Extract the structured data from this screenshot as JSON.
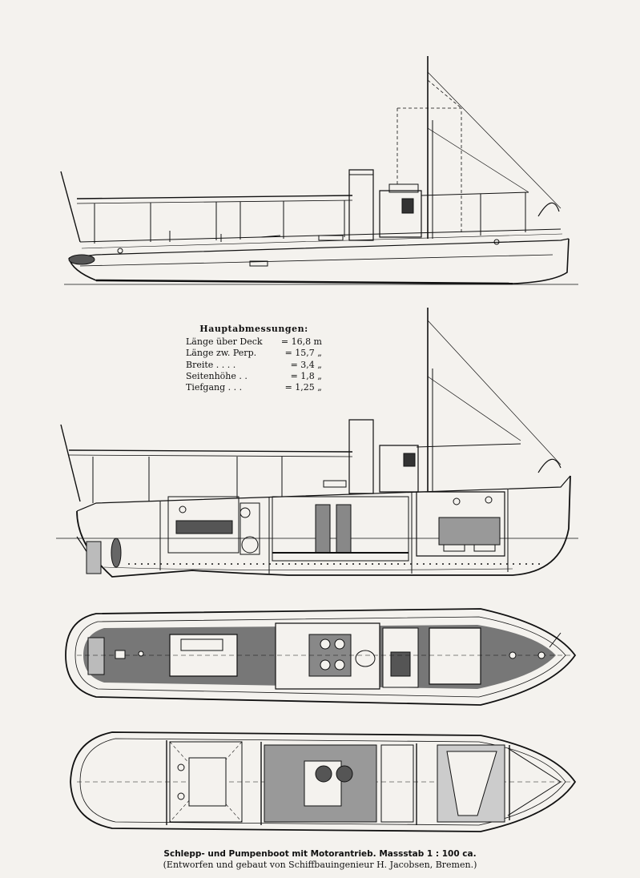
{
  "dimensions": {
    "title": "Hauptabmessungen:",
    "rows": [
      {
        "label": "Länge über Deck",
        "value": "= 16,8 m"
      },
      {
        "label": "Länge zw. Perp.",
        "value": "= 15,7 „"
      },
      {
        "label": "Breite  . . . .",
        "value": "= 3,4 „"
      },
      {
        "label": "Seitenhöhe  . .",
        "value": "= 1,8 „"
      },
      {
        "label": "Tiefgang  . . .",
        "value": "= 1,25 „"
      }
    ]
  },
  "caption": {
    "line1": "Schlepp- und Pumpenboot mit Motorantrieb.  Massstab 1 : 100 ca.",
    "line2": "(Entworfen und gebaut von Schiffbauingenieur H. Jacobsen, Bremen.)"
  },
  "colors": {
    "paper": "#f4f2ee",
    "ink": "#111111"
  }
}
